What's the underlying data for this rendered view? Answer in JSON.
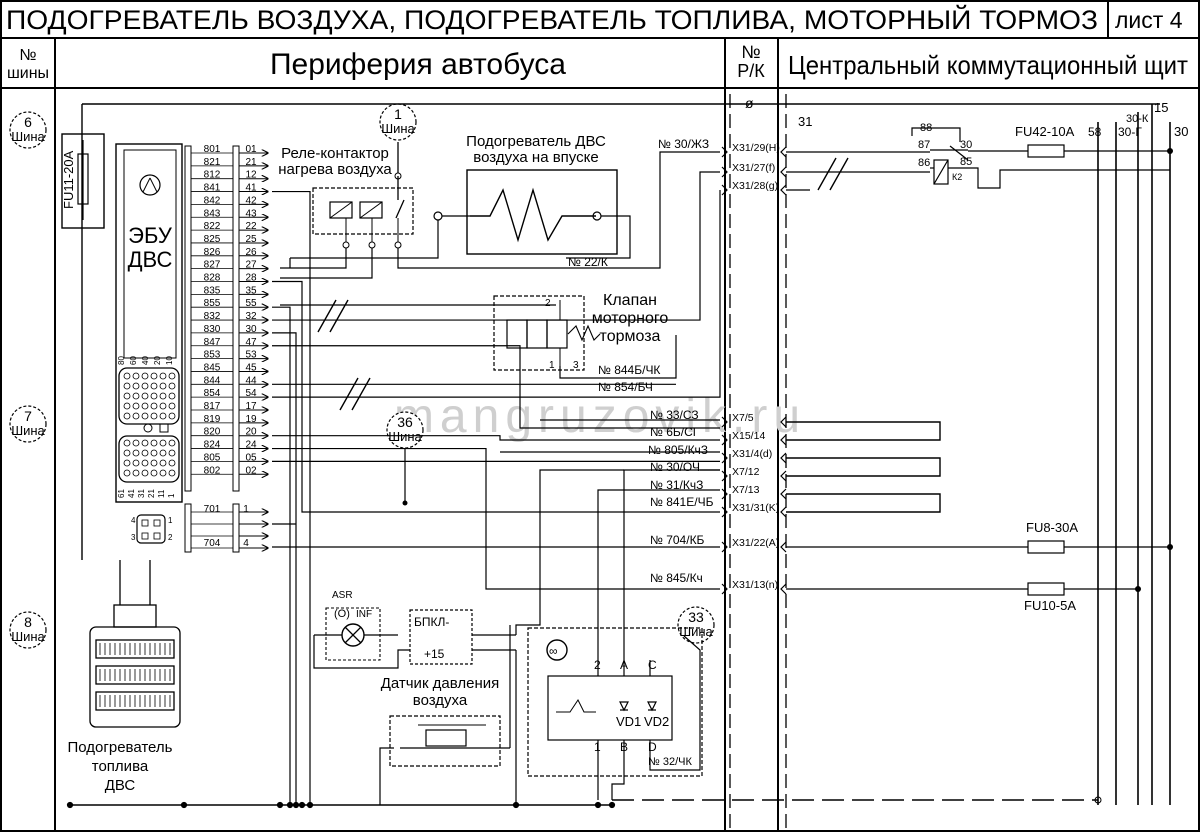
{
  "header": {
    "title": "ПОДОГРЕВАТЕЛЬ ВОЗДУХА, ПОДОГРЕВАТЕЛЬ ТОПЛИВА, МОТОРНЫЙ ТОРМОЗ",
    "sheet": "лист 4",
    "col_bus": "№\nшины",
    "col_periphery": "Периферия автобуса",
    "col_rk": "№\nР/К",
    "col_panel": "Центральный коммутационный щит"
  },
  "buses": [
    {
      "num": "6",
      "label": "Шина"
    },
    {
      "num": "7",
      "label": "Шина"
    },
    {
      "num": "8",
      "label": "Шина"
    },
    {
      "num": "1",
      "label": "Шина"
    },
    {
      "num": "36",
      "label": "Шина"
    },
    {
      "num": "33",
      "label": "Шина"
    }
  ],
  "components": {
    "fuse_fu11": "FU11-20A",
    "ecu_title": "ЭБУ\nДВС",
    "relay_heater": "Реле-контактор\nнагрева воздуха",
    "air_heater": "Подогреватель ДВС\nвоздуха на впуске",
    "valve": "Клапан\nмоторного\nтормоза",
    "fuel_heater": "Подогреватель\nтоплива\nДВС",
    "air_sensor": "Датчик давления\nвоздуха",
    "bpkl": "БПКЛ-",
    "plus15": "+15",
    "asr": "ASR",
    "inf": "INF",
    "o_symbol": "(O)",
    "vd1": "VD1",
    "vd2": "VD2",
    "fu42": "FU42-10A",
    "fu8": "FU8-30A",
    "fu10": "FU10-5A",
    "k2": "К2",
    "watermark": "mangruzovik.ru"
  },
  "ecu_pins": {
    "wires": [
      "801",
      "821",
      "812",
      "841",
      "842",
      "843",
      "822",
      "825",
      "826",
      "827",
      "828",
      "835",
      "855",
      "832",
      "830",
      "847",
      "853",
      "845",
      "844",
      "854",
      "817",
      "819",
      "820",
      "824",
      "805",
      "802"
    ],
    "pins": [
      "01",
      "21",
      "12",
      "41",
      "42",
      "43",
      "22",
      "25",
      "26",
      "27",
      "28",
      "35",
      "55",
      "32",
      "30",
      "47",
      "53",
      "45",
      "44",
      "54",
      "17",
      "19",
      "20",
      "24",
      "05",
      "02"
    ],
    "lower_wires": [
      "701",
      "704"
    ],
    "lower_pins": [
      "1",
      "4"
    ],
    "conn_top": [
      "80",
      "60",
      "40",
      "20",
      "10"
    ],
    "conn_bottom": [
      "61",
      "41",
      "31",
      "21",
      "11",
      "1"
    ],
    "small_conn": [
      "4",
      "3",
      "1",
      "2"
    ]
  },
  "wire_labels": {
    "w22k": "№ 22/К",
    "w30zh": "№ 30/ЖЗ",
    "w844": "№ 844Б/ЧК",
    "w854": "№ 854/БЧ",
    "w33": "№ 33/СЗ",
    "w6b": "№ 6Б/СГ",
    "w805": "№ 805/КчЗ",
    "w30o": "№ 30/ОЧ",
    "w31": "№ 31/КчЗ",
    "w841": "№ 841Е/ЧБ",
    "w704": "№ 704/КБ",
    "w845": "№ 845/Кч",
    "w32": "№ 32/ЧК"
  },
  "connectors": [
    "X31/29(H)",
    "X31/27(f)",
    "X31/28(g)",
    "X7/5",
    "X15/14",
    "X31/4(d)",
    "X7/12",
    "X7/13",
    "X31/31(K)",
    "X31/22(A)",
    "X31/13(n)"
  ],
  "panel_buses": {
    "b31": "31",
    "b15": "15",
    "b30k": "30-К",
    "b58": "58",
    "b30g": "30-Г",
    "b30": "30"
  },
  "relay_pins": {
    "p88": "88",
    "p87": "87",
    "p86": "86",
    "p85": "85",
    "p30": "30"
  },
  "valve_pins": {
    "p2": "2",
    "p1": "1",
    "p3": "3"
  },
  "sensor_pins": {
    "p2": "2",
    "pA": "A",
    "pC": "C",
    "p1": "1",
    "pB": "B",
    "pD": "D"
  },
  "misc": {
    "phi": "ø"
  }
}
